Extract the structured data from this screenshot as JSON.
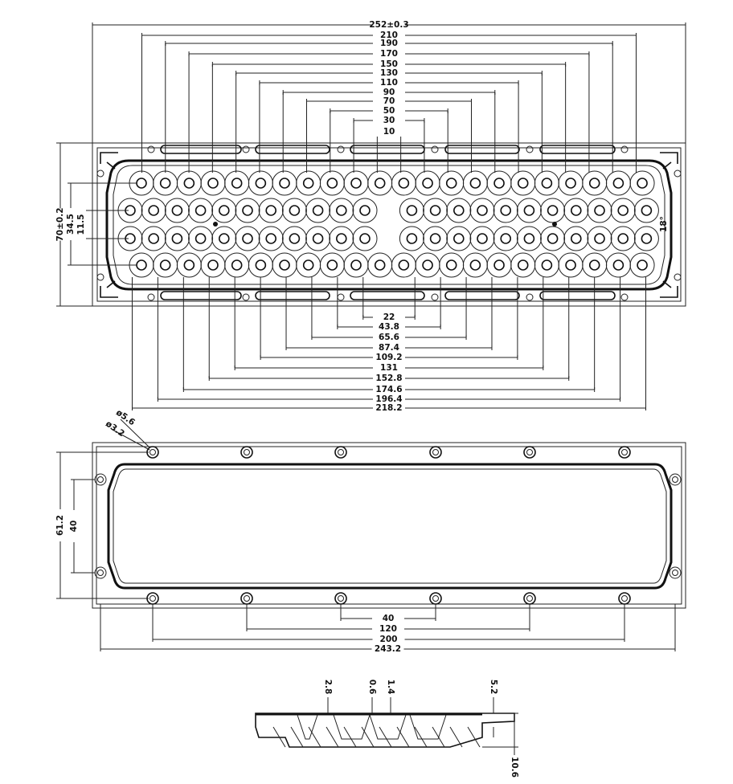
{
  "top_view": {
    "width_dims": [
      "252±0.3",
      "210",
      "190",
      "170",
      "150",
      "130",
      "110",
      "90",
      "70",
      "50",
      "30",
      "10"
    ],
    "width_values": [
      252,
      210,
      190,
      170,
      150,
      130,
      110,
      90,
      70,
      50,
      30,
      10
    ],
    "bottom_dims": [
      "22",
      "43.8",
      "65.6",
      "87.4",
      "109.2",
      "131",
      "152.8",
      "174.6",
      "196.4",
      "218.2"
    ],
    "bottom_values": [
      22,
      43.8,
      65.6,
      87.4,
      109.2,
      131,
      152.8,
      174.6,
      196.4,
      218.2
    ],
    "height_dims": [
      "70±0.2",
      "34.5",
      "11.5"
    ],
    "angle_label": "18°"
  },
  "bottom_view": {
    "hole_labels": [
      "ø5.6",
      "ø3.2"
    ],
    "height_dims": [
      "61.2",
      "40"
    ],
    "width_dims": [
      "40",
      "120",
      "200",
      "243.2"
    ]
  },
  "side_view": {
    "dims": [
      "2.8",
      "0.6",
      "1.4",
      "5.2",
      "10.6"
    ]
  }
}
